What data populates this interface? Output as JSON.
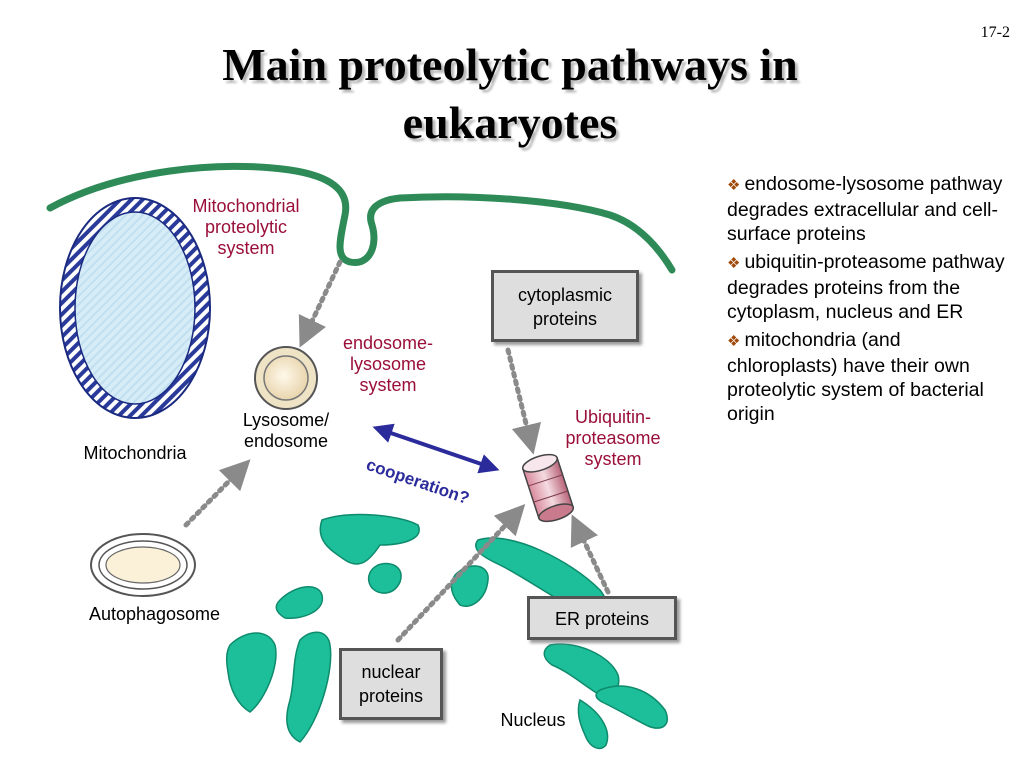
{
  "page_number": "17-2",
  "title": {
    "line1": "Main proteolytic pathways in",
    "line2": "eukaryotes"
  },
  "labels": {
    "mito_system": [
      "Mitochondrial",
      "proteolytic",
      "system"
    ],
    "mitochondria": "Mitochondria",
    "lysosome": [
      "Lysosome/",
      "endosome"
    ],
    "endo_system": [
      "endosome-",
      "lysosome",
      "system"
    ],
    "ubiq_system": [
      "Ubiquitin-",
      "proteasome",
      "system"
    ],
    "cooperation": "cooperation?",
    "autophagosome": "Autophagosome",
    "nucleus": "Nucleus"
  },
  "boxes": {
    "cytoplasmic": [
      "cytoplasmic",
      "proteins"
    ],
    "er": "ER proteins",
    "nuclear": [
      "nuclear",
      "proteins"
    ]
  },
  "bullets": [
    "endosome-lysosome pathway degrades extracellular and cell-surface proteins",
    "ubiquitin-proteasome pathway degrades proteins from the cytoplasm, nucleus and ER",
    "mitochondria (and chloroplasts) have their own proteolytic system of bacterial origin"
  ],
  "colors": {
    "membrane": "#2e8b57",
    "nucleus": "#1dbf9a",
    "label_red": "#9a0f3a",
    "arrow_blue": "#2b2b9c"
  }
}
